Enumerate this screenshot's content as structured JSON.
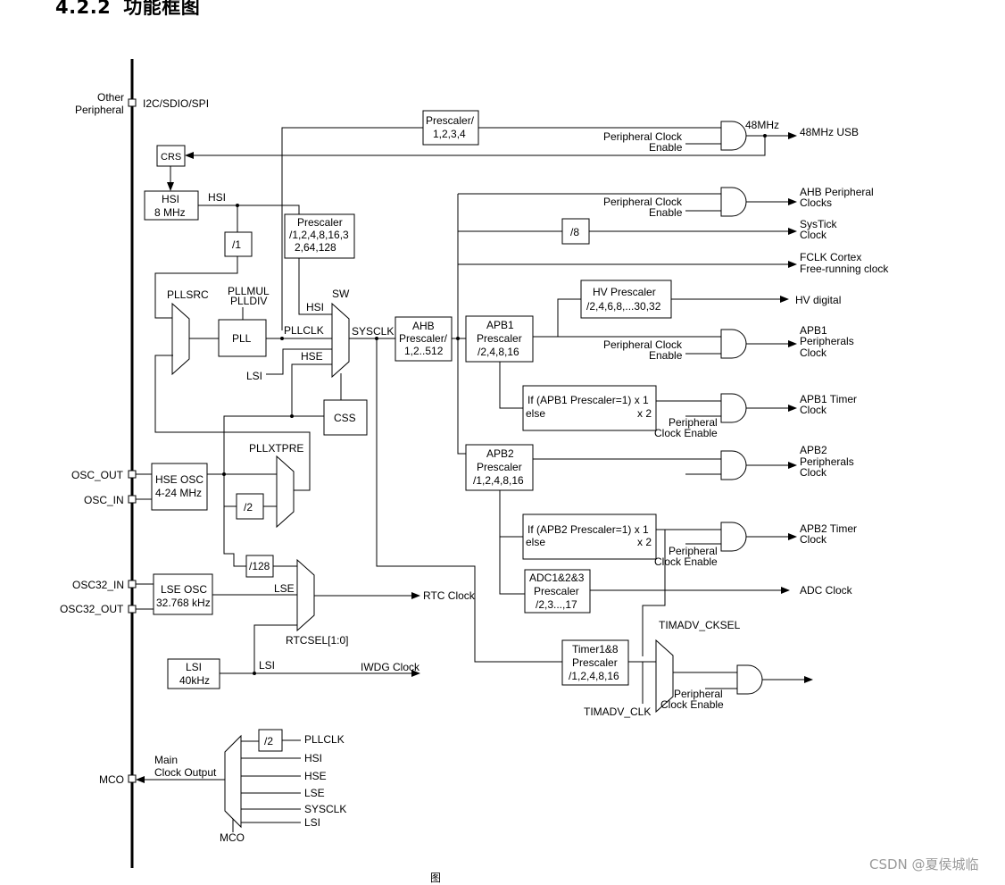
{
  "heading": {
    "number": "4.2.2",
    "title": "功能框图"
  },
  "labels": {
    "other_peripheral_1": "Other",
    "other_peripheral_2": "Peripheral",
    "i2c": "I2C/SDIO/SPI",
    "prescaler_usb_1": "Prescaler/",
    "prescaler_usb_2": "1,2,3,4",
    "pce_usb_1": "Peripheral Clock",
    "pce_usb_2": "Enable",
    "usb_48": "48MHz",
    "usb_out": "48MHz USB",
    "crs": "CRS",
    "hsi_box_1": "HSI",
    "hsi_box_2": "8 MHz",
    "hsi_wire": "HSI",
    "div1": "/1",
    "pre_sys_1": "Prescaler",
    "pre_sys_2": "/1,2,4,8,16,3",
    "pre_sys_3": "2,64,128",
    "pllsrc": "PLLSRC",
    "pllmul": "PLLMUL",
    "plldiv": "PLLDIV",
    "pll": "PLL",
    "pllclk": "PLLCLK",
    "sw": "SW",
    "hsi_mux": "HSI",
    "sysclk": "SYSCLK",
    "hse_mux": "HSE",
    "lsi_mux": "LSI",
    "css": "CSS",
    "ahb_1": "AHB",
    "ahb_2": "Prescaler/",
    "ahb_3": "1,2..512",
    "pce_ahb_1": "Peripheral Clock",
    "pce_ahb_2": "Enable",
    "ahb_out_1": "AHB Peripheral",
    "ahb_out_2": "Clocks",
    "div8": "/8",
    "systick_1": "SysTick",
    "systick_2": "Clock",
    "fclk_1": "FCLK Cortex",
    "fclk_2": "Free-running clock",
    "hv_1": "HV Prescaler",
    "hv_2": "/2,4,6,8,...30,32",
    "hv_out": "HV digital",
    "apb1_1": "APB1",
    "apb1_2": "Prescaler",
    "apb1_3": "/2,4,8,16",
    "pce_apb1_1": "Peripheral Clock",
    "pce_apb1_2": "Enable",
    "apb1_out_1": "APB1",
    "apb1_out_2": "Peripherals",
    "apb1_out_3": "Clock",
    "if_apb1_1": "If (APB1 Prescaler=1) x 1",
    "if_apb1_2": "else",
    "if_apb1_3": "x 2",
    "pce_t1_1": "Peripheral",
    "pce_t1_2": "Clock Enable",
    "apb1_timer_1": "APB1 Timer",
    "apb1_timer_2": "Clock",
    "pllxtpre": "PLLXTPRE",
    "osc_out": "OSC_OUT",
    "osc_in": "OSC_IN",
    "hse_osc_1": "HSE OSC",
    "hse_osc_2": "4-24 MHz",
    "div2": "/2",
    "apb2_1": "APB2",
    "apb2_2": "Prescaler",
    "apb2_3": "/1,2,4,8,16",
    "apb2_out_1": "APB2",
    "apb2_out_2": "Peripherals",
    "apb2_out_3": "Clock",
    "if_apb2_1": "If (APB2 Prescaler=1) x 1",
    "if_apb2_2": "else",
    "if_apb2_3": "x 2",
    "pce_t2_1": "Peripheral",
    "pce_t2_2": "Clock Enable",
    "apb2_timer_1": "APB2 Timer",
    "apb2_timer_2": "Clock",
    "div128": "/128",
    "osc32_in": "OSC32_IN",
    "osc32_out": "OSC32_OUT",
    "lse_osc_1": "LSE OSC",
    "lse_osc_2": "32.768 kHz",
    "lse": "LSE",
    "rtc": "RTC Clock",
    "rtcsel": "RTCSEL[1:0]",
    "adc_1": "ADC1&2&3",
    "adc_2": "Prescaler",
    "adc_3": "/2,3...,17",
    "adc_out": "ADC Clock",
    "lsi_box_1": "LSI",
    "lsi_box_2": "40kHz",
    "lsi_wire": "LSI",
    "iwdg": "IWDG Clock",
    "timadv_cksel": "TIMADV_CKSEL",
    "tim_1": "Timer1&8",
    "tim_2": "Prescaler",
    "tim_3": "/1,2,4,8,16",
    "timadv_clk": "TIMADV_CLK",
    "pce_tim_1": "Peripheral",
    "pce_tim_2": "Clock Enable",
    "mco_main_1": "Main",
    "mco_main_2": "Clock Output",
    "mco_pin": "MCO",
    "mco_div2": "/2",
    "mco_pllclk": "PLLCLK",
    "mco_hsi": "HSI",
    "mco_hse": "HSE",
    "mco_lse": "LSE",
    "mco_sysclk": "SYSCLK",
    "mco_lsi": "LSI",
    "mco_mux": "MCO"
  },
  "watermark": "CSDN @夏侯城临",
  "caption": "图"
}
